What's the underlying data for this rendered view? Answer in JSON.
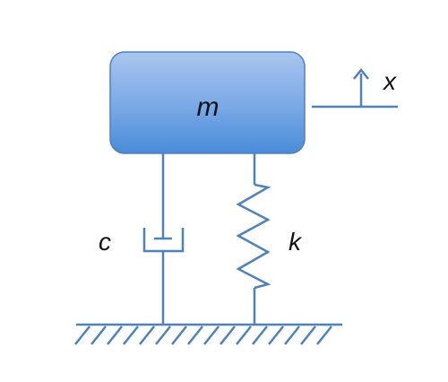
{
  "diagram": {
    "mass_label": "m",
    "displacement_label": "x",
    "damper_label": "c",
    "spring_label": "k"
  },
  "colors": {
    "mass_fill_top": "#a9c6ee",
    "mass_fill_bottom": "#4a8bd8",
    "mass_stroke": "#4f81bd",
    "line": "#4f81bd",
    "text": "#111111"
  }
}
